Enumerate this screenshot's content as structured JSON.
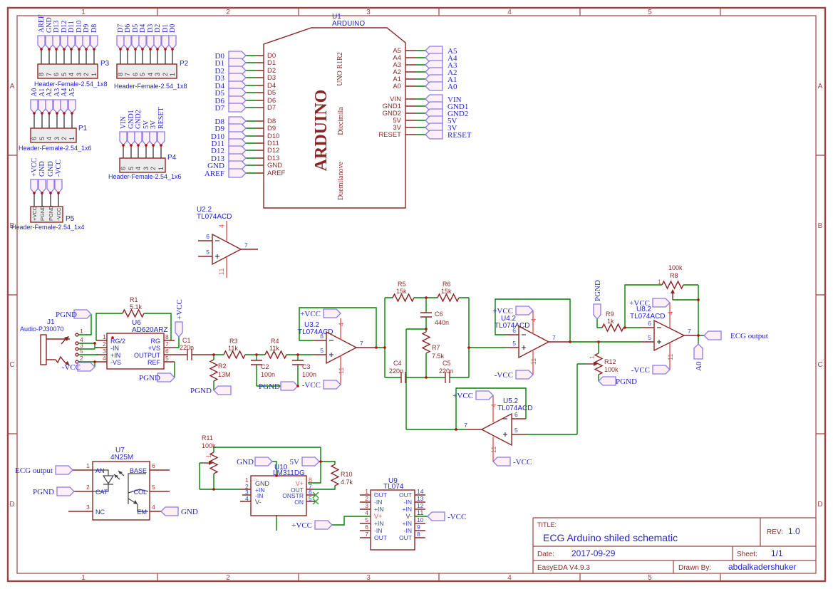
{
  "sheet": {
    "cols": [
      "1",
      "2",
      "3",
      "4",
      "5"
    ],
    "rows": [
      "A",
      "B",
      "C",
      "D"
    ]
  },
  "title_block": {
    "title_label": "TITLE:",
    "title": "ECG Arduino shiled schematic",
    "rev_label": "REV:",
    "rev": "1.0",
    "date_label": "Date:",
    "date": "2017-09-29",
    "sheet_label": "Sheet:",
    "sheet": "1/1",
    "tool": "EasyEDA V4.9.3",
    "drawn_by_label": "Drawn By:",
    "drawn_by": "abdalkadershuker"
  },
  "nets": {
    "pgnd": "PGND",
    "vcc_pos": "+VCC",
    "vcc_neg": "-VCC",
    "gnd": "GND",
    "v5": "5V",
    "ecg": "ECG output",
    "a0": "A0"
  },
  "headers": {
    "p3": {
      "ref": "P3",
      "footprint": "Header-Female-2.54_1x8",
      "nets": [
        "AREF",
        "GND",
        "D13",
        "D12",
        "D11",
        "D10",
        "D9",
        "D8"
      ],
      "pins": [
        "8",
        "7",
        "6",
        "5",
        "4",
        "3",
        "2",
        "1"
      ]
    },
    "p2": {
      "ref": "P2",
      "footprint": "Header-Female-2.54_1x8",
      "nets": [
        "D7",
        "D6",
        "D5",
        "D4",
        "D3",
        "D2",
        "D1",
        "D0"
      ],
      "pins": [
        "8",
        "7",
        "6",
        "5",
        "4",
        "3",
        "2",
        "1"
      ]
    },
    "p1": {
      "ref": "P1",
      "footprint": "Header-Female-2.54_1x6",
      "nets": [
        "A0",
        "A1",
        "A2",
        "A3",
        "A4",
        "A5"
      ],
      "pins": [
        "6",
        "5",
        "4",
        "3",
        "2",
        "1"
      ]
    },
    "p4": {
      "ref": "P4",
      "footprint": "Header-Female-2.54_1x6",
      "nets": [
        "VIN",
        "GND1",
        "GND2",
        "5V",
        "3V",
        "RESET"
      ],
      "pins": [
        "6",
        "5",
        "4",
        "3",
        "2",
        "1"
      ]
    },
    "p5": {
      "ref": "P5",
      "footprint": "Header-Female-2.54_1x4",
      "nets": [
        "+VCC",
        "GND",
        "GND",
        "-VCC"
      ],
      "pin_names": [
        "+VCC",
        "PGND",
        "PGND",
        "-VCC"
      ]
    }
  },
  "arduino": {
    "ref": "U1",
    "value": "ARDUINO",
    "inner": {
      "uno": "UNO R1R2",
      "name": "ARDUINO",
      "diecimila": "Diecimila",
      "duemilanove": "Duemilanove"
    },
    "left_pins": [
      "D0",
      "D1",
      "D2",
      "D3",
      "D4",
      "D5",
      "D6",
      "D7",
      "D8",
      "D9",
      "D10",
      "D11",
      "D12",
      "D13",
      "GND",
      "AREF"
    ],
    "right_pins": [
      "A5",
      "A4",
      "A3",
      "A2",
      "A1",
      "A0",
      "VIN",
      "GND1",
      "GND2",
      "5V",
      "3V",
      "RESET"
    ]
  },
  "j1": {
    "ref": "J1",
    "value": "Audio-PJ30070",
    "pins": [
      "1",
      "4",
      "3",
      "5",
      "2"
    ]
  },
  "u6": {
    "ref": "U6",
    "value": "AD620ARZ",
    "left": [
      [
        "1",
        "RG/2"
      ],
      [
        "2",
        "-IN"
      ],
      [
        "3",
        "+IN"
      ],
      [
        "4",
        "-VS"
      ]
    ],
    "right": [
      [
        "8",
        "RG"
      ],
      [
        "7",
        "+VS"
      ],
      [
        "6",
        "OUTPUT"
      ],
      [
        "5",
        "REF"
      ]
    ]
  },
  "opamps": {
    "u2": {
      "ref": "U2.2",
      "value": "TL074ACD"
    },
    "u3": {
      "ref": "U3.2",
      "value": "TL074ACD"
    },
    "u4": {
      "ref": "U4.2",
      "value": "TL074ACD"
    },
    "u5": {
      "ref": "U5.2",
      "value": "TL074ACD"
    },
    "u8": {
      "ref": "U8.2",
      "value": "TL074ACD"
    },
    "pins": {
      "inv": "6",
      "ni": "5",
      "out": "7",
      "vp": "4",
      "vn": "11"
    }
  },
  "u7": {
    "ref": "U7",
    "value": "4N25M",
    "left": [
      [
        "1",
        "AN"
      ],
      [
        "2",
        "CAT"
      ],
      [
        "3",
        "NC"
      ]
    ],
    "right": [
      [
        "6",
        "BASE"
      ],
      [
        "5",
        "COL"
      ],
      [
        "4",
        "EM"
      ]
    ]
  },
  "u10": {
    "ref": "U10",
    "value": "LM311DG",
    "left": [
      [
        "1",
        "GND"
      ],
      [
        "2",
        "+IN"
      ],
      [
        "3",
        "-IN"
      ],
      [
        "4",
        "V-"
      ]
    ],
    "right": [
      [
        "8",
        "V+"
      ],
      [
        "7",
        "OUT"
      ],
      [
        "6",
        "ONSTR"
      ],
      [
        "5",
        "ON"
      ]
    ]
  },
  "u9": {
    "ref": "U9",
    "value": "TL074",
    "left": [
      [
        "1",
        "OUT"
      ],
      [
        "2",
        "-IN"
      ],
      [
        "3",
        "+IN"
      ],
      [
        "4",
        "V+"
      ],
      [
        "5",
        "+IN"
      ],
      [
        "6",
        "-IN"
      ],
      [
        "7",
        "OUT"
      ]
    ],
    "right": [
      [
        "14",
        "OUT"
      ],
      [
        "13",
        "-IN"
      ],
      [
        "12",
        "+IN"
      ],
      [
        "11",
        "V-"
      ],
      [
        "10",
        "+IN"
      ],
      [
        "9",
        "-IN"
      ],
      [
        "8",
        "OUT"
      ]
    ]
  },
  "resistors": {
    "r1": {
      "ref": "R1",
      "value": "5.1k"
    },
    "r2": {
      "ref": "R2",
      "value": "13M"
    },
    "r3": {
      "ref": "R3",
      "value": "11k"
    },
    "r4": {
      "ref": "R4",
      "value": "11k"
    },
    "r5": {
      "ref": "R5",
      "value": "15k"
    },
    "r6": {
      "ref": "R6",
      "value": "15k"
    },
    "r7": {
      "ref": "R7",
      "value": "7.5k"
    },
    "r8": {
      "ref": "R8",
      "value": "100k"
    },
    "r9": {
      "ref": "R9",
      "value": "1k"
    },
    "r10": {
      "ref": "R10",
      "value": "4.7k"
    },
    "r11": {
      "ref": "R11",
      "value": "100k"
    },
    "r12": {
      "ref": "R12",
      "value": "100k"
    }
  },
  "capacitors": {
    "c1": {
      "ref": "C1",
      "value": "220n"
    },
    "c2": {
      "ref": "C2",
      "value": "100n"
    },
    "c3": {
      "ref": "C3",
      "value": "100n"
    },
    "c4": {
      "ref": "C4",
      "value": "220n"
    },
    "c5": {
      "ref": "C5",
      "value": "220n"
    },
    "c6": {
      "ref": "C6",
      "value": "440n"
    }
  },
  "misc": {
    "pot_pin": "1"
  }
}
